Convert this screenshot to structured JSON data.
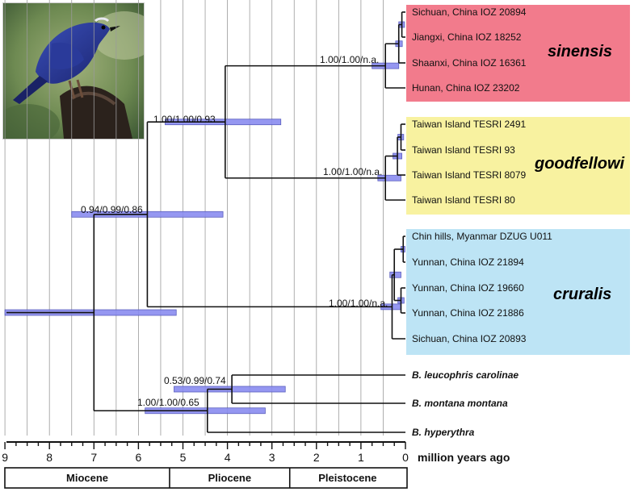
{
  "axis": {
    "ticks": [
      "9",
      "8",
      "7",
      "6",
      "5",
      "4",
      "3",
      "2",
      "1",
      "0"
    ],
    "label": "million years ago"
  },
  "epochs": [
    {
      "name": "Miocene",
      "start": 9,
      "end": 5.3
    },
    {
      "name": "Pliocene",
      "start": 5.3,
      "end": 2.6
    },
    {
      "name": "Pleistocene",
      "start": 2.6,
      "end": 0
    }
  ],
  "clades": [
    {
      "name": "sinensis",
      "color": "#f27b8c"
    },
    {
      "name": "goodfellowi",
      "color": "#f8f2a0"
    },
    {
      "name": "cruralis",
      "color": "#bde4f5"
    }
  ],
  "tips": [
    "Sichuan, China  IOZ 20894",
    "Jiangxi, China IOZ 18252",
    "Shaanxi, China IOZ 16361",
    "Hunan, China IOZ 23202",
    "Taiwan Island TESRI 2491",
    "Taiwan Island TESRI 93",
    "Taiwan Island TESRI 8079",
    "Taiwan Island TESRI 80",
    "Chin hills, Myanmar DZUG U011",
    "Yunnan, China IOZ 21894",
    "Yunnan, China IOZ 19660",
    "Yunnan, China IOZ 21886",
    "Sichuan, China IOZ 20893",
    "B. leucophris carolinae",
    "B. montana montana",
    "B. hyperythra"
  ],
  "node_labels": [
    {
      "text": "1.00/1.00/n.a.",
      "age": 0.5
    },
    {
      "text": "1.00/1.00/0.93",
      "age": 4.05
    },
    {
      "text": "1.00/1.00/n.a.",
      "age": 0.5
    },
    {
      "text": "0.94/0.99/0.86",
      "age": 5.75
    },
    {
      "text": "1.00/1.00/n.a.",
      "age": 0.5
    },
    {
      "text": "0.53/0.99/0.74",
      "age": 3.9
    },
    {
      "text": "1.00/1.00/0.65",
      "age": 4.45
    }
  ],
  "nodes": [
    {
      "id": "sin_a",
      "age": 0.08,
      "hpd": [
        0.02,
        0.15
      ]
    },
    {
      "id": "sin_b",
      "age": 0.15,
      "hpd": [
        0.07,
        0.22
      ]
    },
    {
      "id": "sin_root",
      "age": 0.45,
      "hpd": [
        0.15,
        0.75
      ]
    },
    {
      "id": "good_a",
      "age": 0.1,
      "hpd": [
        0.04,
        0.17
      ]
    },
    {
      "id": "good_b",
      "age": 0.18,
      "hpd": [
        0.08,
        0.28
      ]
    },
    {
      "id": "good_root",
      "age": 0.45,
      "hpd": [
        0.1,
        0.62
      ]
    },
    {
      "id": "sg",
      "age": 4.05,
      "hpd": [
        2.8,
        5.4
      ]
    },
    {
      "id": "cru_a",
      "age": 0.05,
      "hpd": [
        0.01,
        0.1
      ]
    },
    {
      "id": "cru_b",
      "age": 0.1,
      "hpd": [
        0.03,
        0.17
      ]
    },
    {
      "id": "cru_c",
      "age": 0.25,
      "hpd": [
        0.1,
        0.35
      ]
    },
    {
      "id": "cru_root",
      "age": 0.3,
      "hpd": [
        0.1,
        0.55
      ]
    },
    {
      "id": "sgc",
      "age": 5.8,
      "hpd": [
        4.1,
        7.5
      ]
    },
    {
      "id": "lm",
      "age": 3.9,
      "hpd": [
        2.7,
        5.2
      ]
    },
    {
      "id": "lmh",
      "age": 4.45,
      "hpd": [
        3.15,
        5.85
      ]
    },
    {
      "id": "root",
      "age": 7.0,
      "hpd": [
        5.15,
        9.0
      ]
    }
  ],
  "photo_alt": ""
}
